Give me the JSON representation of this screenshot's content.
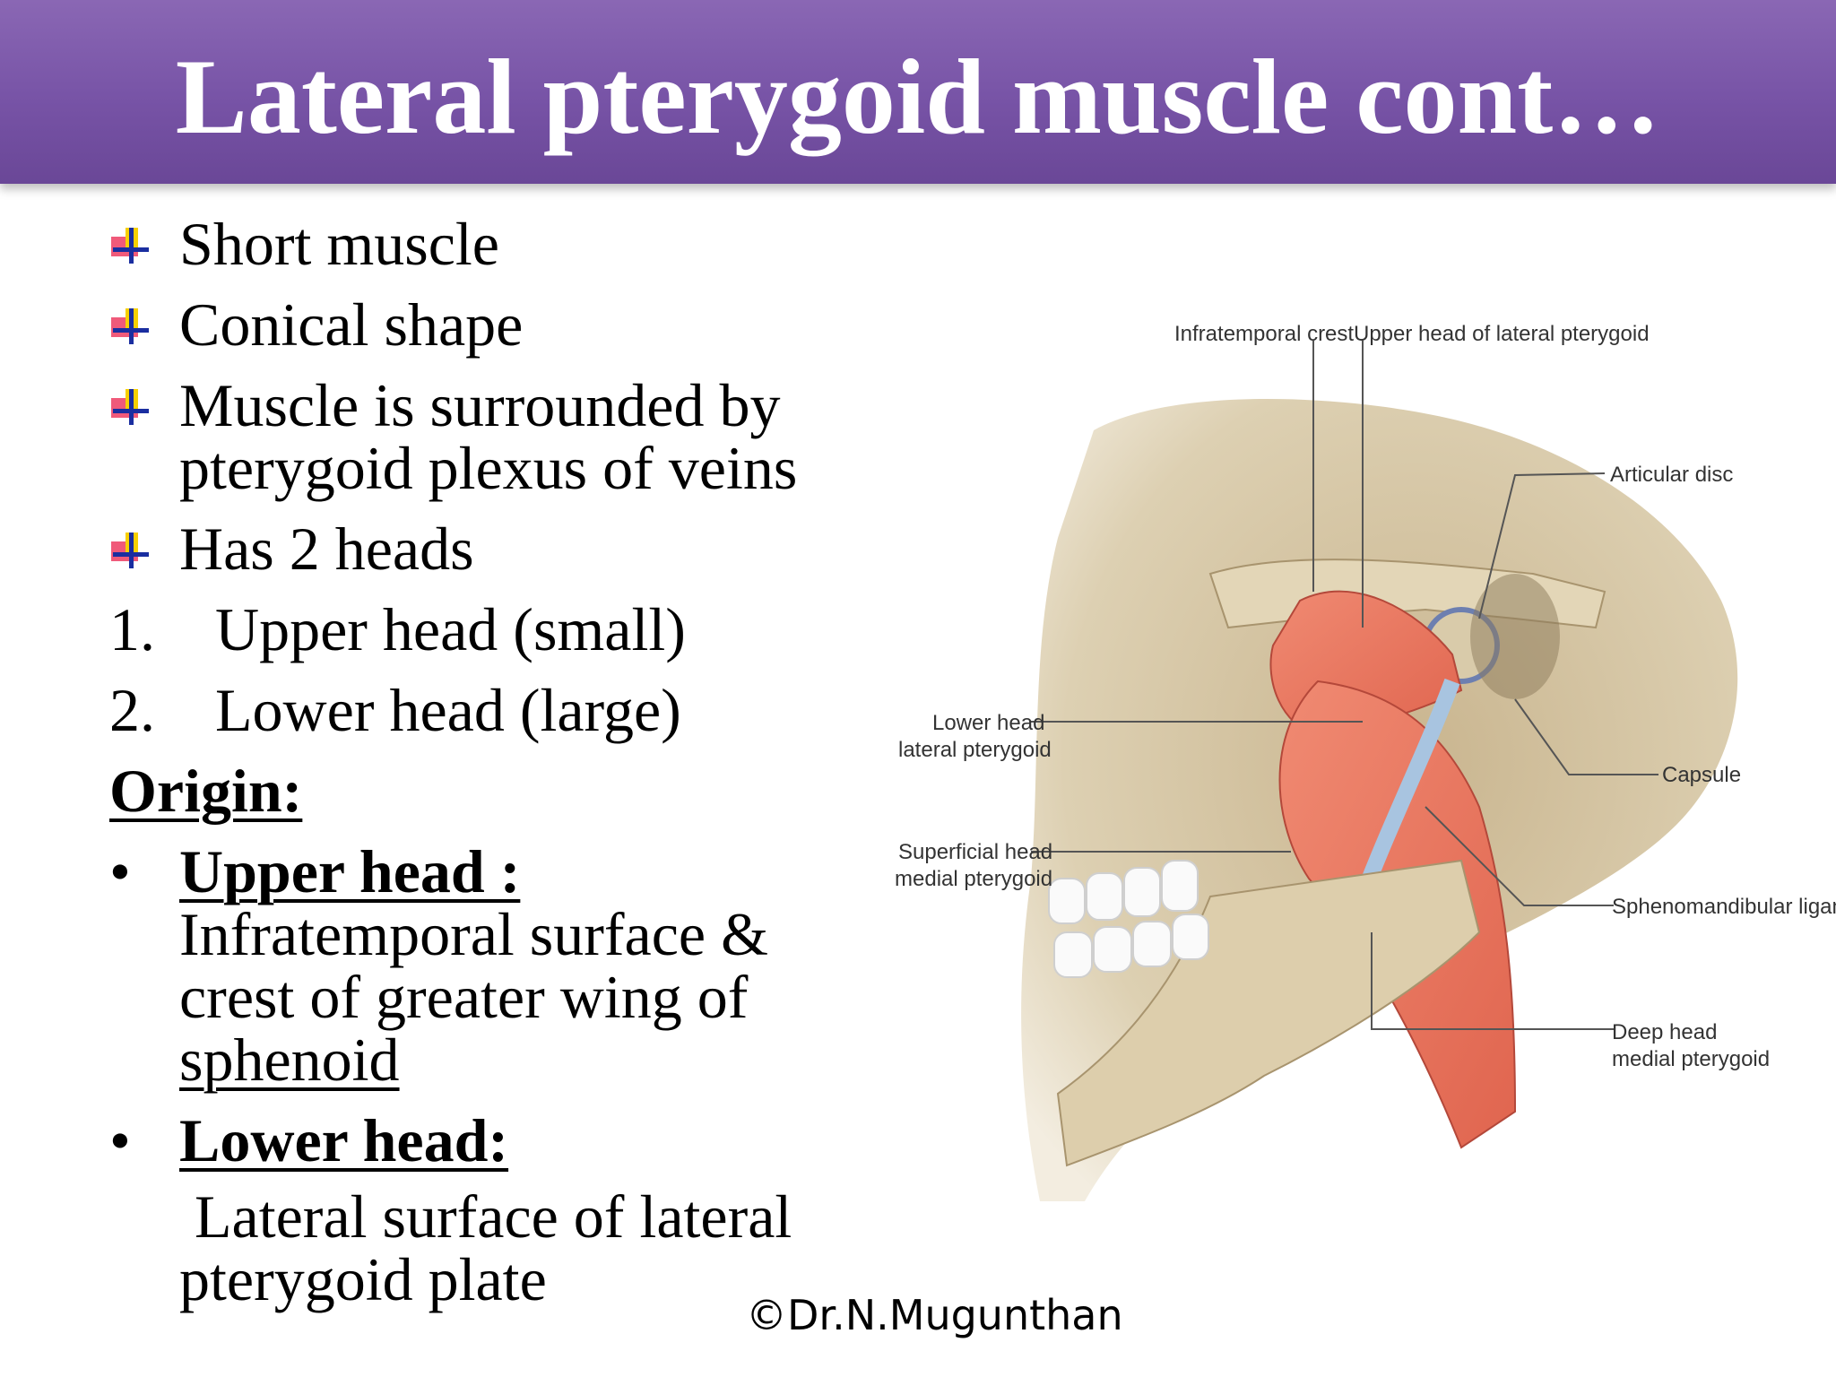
{
  "title": "Lateral pterygoid muscle cont…",
  "bullets": [
    "Short muscle",
    "Conical shape",
    "Muscle is surrounded by",
    "pterygoid plexus of veins",
    "Has 2 heads"
  ],
  "numbered": [
    {
      "num": "1.",
      "text": "Upper head (small)"
    },
    {
      "num": "2.",
      "text": "Lower head (large)"
    }
  ],
  "origin_heading": "Origin:",
  "origin_items": [
    {
      "heading": "Upper head :",
      "lines": [
        "Infratemporal surface &",
        "crest of greater wing of",
        "sphenoid"
      ]
    },
    {
      "heading": "Lower head:",
      "lines": [
        " Lateral surface of lateral",
        "pterygoid plate"
      ]
    }
  ],
  "figure_labels": {
    "infratemporal_crest": "Infratemporal crest",
    "upper_head": "Upper head of lateral pterygoid",
    "articular_disc": "Articular disc",
    "lower_head_1": "Lower head",
    "lower_head_2": "lateral pterygoid",
    "capsule": "Capsule",
    "superficial_1": "Superficial head",
    "superficial_2": "medial pterygoid",
    "sphenomandibular": "Sphenomandibular ligament",
    "deep_1": "Deep head",
    "deep_2": "medial pterygoid"
  },
  "credit": "©Dr.N.Mugunthan",
  "colors": {
    "title_bar": "#7753a6",
    "muscle": "#e8775f",
    "bone": "#d8c9a8"
  }
}
